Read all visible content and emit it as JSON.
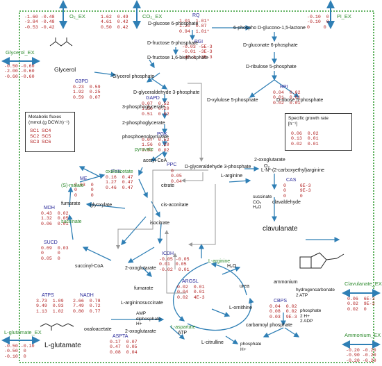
{
  "exchanges": {
    "o2": {
      "label": "O₂_EX",
      "rows": [
        "-1.60 -0.48",
        "-3.84 -0.48",
        "-0.53 -0.42"
      ]
    },
    "co2": {
      "label": "CO₂_EX",
      "rows": [
        "1.62  0.49",
        "4.61  0.42",
        "0.50  0.42"
      ]
    },
    "pi": {
      "label": "Pi_EX",
      "rows": [
        "-0.10  0",
        "-0.10  0",
        "0     0"
      ]
    },
    "glycerol": {
      "label": "Glycerol_EX",
      "rows": [
        "-0.50 -0.60",
        "-2.00 -0.60",
        "-0.60 -0.60"
      ]
    },
    "clavulanate": {
      "label": "Clavulanate_EX",
      "rows": [
        "0.06  6E-3",
        "0.02  9E-3",
        "0.02  0"
      ]
    },
    "ammonium": {
      "label": "Ammonium_EX",
      "rows": [
        "-0.20 -0.20",
        "-0.90 -0.20",
        "-0.20 -0.20"
      ]
    },
    "glutamate": {
      "label": "L-glutamate_EX",
      "rows": [
        "-0.50 -0.10",
        "-0.50  0",
        "-0.10  0"
      ]
    }
  },
  "enzymes": {
    "rq": {
      "label": "RQ",
      "rows": [
        "1.01  1.01*",
        "1.20  0.87",
        "0.94  1.01*"
      ]
    },
    "pgi": {
      "label": "PGI",
      "rows": [
        "-0.03 -5E-3",
        "-0.01 -3E-3",
        "-4E-3 -3E-3"
      ]
    },
    "g3pd": {
      "label": "G3PD",
      "rows": [
        "0.23  0.59",
        "1.92  0.25",
        "0.59  0.07"
      ]
    },
    "gapd": {
      "label": "GAPD",
      "rows": [
        "0.07  0.52",
        "1.56  0.20",
        "0.51  0.02"
      ]
    },
    "pgk": {
      "label": "PGK",
      "rows": [
        "0.07  0.52",
        "1.56  0.20",
        "0.51  0.02"
      ]
    },
    "rpi": {
      "label": "RPI",
      "rows": [
        "0.04  0.02",
        "0.01  0.01",
        "0.02  0.01"
      ]
    },
    "pyk": {
      "label": "PYK",
      "rows": [
        "0.16  0.47",
        "1.27  0.47",
        "0.46  0.47"
      ]
    },
    "ppc": {
      "label": "PPC",
      "rows": [
        "0",
        "0.05",
        "0.04"
      ]
    },
    "me": {
      "label": "ME",
      "rows": [
        "0.33  0",
        "0     0",
        "0     0"
      ]
    },
    "mdh": {
      "label": "MDH",
      "rows": [
        "0.43  0.02",
        "1.32  0.05",
        "0.06  0.01"
      ]
    },
    "sucd": {
      "label": "SUCD",
      "rows": [
        "0.69  0.03",
        "0     0",
        "0.05  0"
      ]
    },
    "icdh": {
      "label": "ICDH",
      "rows": [
        "-0.05 -0.05",
        "0.01  0.05",
        "-0.02  0.01"
      ]
    },
    "argsl": {
      "label": "ARGSL",
      "rows": [
        "0.02  0.01",
        "0.04  0.01",
        "0.02  4E-3"
      ]
    },
    "atps": {
      "label": "ATPS",
      "rows": [
        "3.73  1.09",
        "9.49  0.93",
        "1.13  1.02"
      ]
    },
    "nadh": {
      "label": "NADH",
      "rows": [
        "2.66  0.78",
        "7.49  0.72",
        "0.80  0.77"
      ]
    },
    "aspta": {
      "label": "ASPTA",
      "rows": [
        "0.17  0.07",
        "0.47  0.05",
        "0.08  0.04"
      ]
    },
    "cas": {
      "label": "CAS",
      "rows": [
        "0     6E-3",
        "0     9E-3",
        "0     0"
      ]
    },
    "cbps": {
      "label": "CBPS",
      "rows": [
        "0.04  0.02",
        "0.08  0.02",
        "0.03  9E-3"
      ]
    }
  },
  "metabolites": {
    "glucose6p": "D-glucose 6-phosphate",
    "pgl": "6-phospho D-glucono-1,5-lactone",
    "fructose6p": "D-fructose 6-phosphate",
    "gluconate6p": "D-gluconate 6-phosphate",
    "fbp": "D-fructose 1,6-bisphosphate",
    "ribulose5p": "D-ribulose 5-phosphate",
    "glycerol": "Glycerol",
    "glycerolp": "Glycerol phosphate",
    "g3p": "D-glyceraldehyde 3-phosphate",
    "xylulose5p": "D-xylulose 5-phosphate",
    "ribose5p": "D-ribose 5-phosphate",
    "bpg": "3-phosphoglycerate",
    "pg2": "2-phosphoglycerate",
    "pep": "phosphoenolpyruvate",
    "pyruvate": "pyruvate",
    "acetylcoa": "acetyl-CoA",
    "oxaloacetate_tca": "oxaloacetate",
    "malate": "(S)-malate",
    "fumarate_tca": "fumarate",
    "succinate": "succinate",
    "succcoa": "succinyl-CoA",
    "glyoxylate": "glyoxylate",
    "citrate": "citrate",
    "cisaconitate": "cis-aconitate",
    "isocitrate": "isocitrate",
    "oxoglutarate_tca": "2-oxoglutarate",
    "g3p_right": "D-glyceraldehyde 3-phosphate",
    "larginine_top": "L-arginine",
    "oxoglutarate_cla": "2-oxoglutarate",
    "o2": "O₂",
    "carboxyethyl": "L-N²-(2-carboxyethyl)arginine",
    "succ_co2": "succinate\nCO₂\nH₂O",
    "clavaldehyde": "clavaldehyde",
    "clavulanate": "clavulanate",
    "larginine": "L-arginine",
    "h2o": "H₂O",
    "urea": "urea",
    "fumarate_urea": "fumarate",
    "argsucc": "L-argininosuccinate",
    "lornithine": "L-ornithine",
    "amp": "AMP\ndiphosphate\nH+",
    "oxoglutarate_low": "2-oxoglutarate",
    "oxaloacetate_low": "oxaloacetate",
    "laspartate": "L-aspartate",
    "atp": "ATP",
    "lcitrulline": "L-citrulline",
    "carbpho": "carbamoyl phosphate",
    "phosphate": "phosphate\nH+",
    "ammonium": "ammonium",
    "hco3": "hydrogencarbonate\n2 ATP",
    "phosphate2": "phosphate\n2 H+\n2 ADP",
    "lglutamate": "L-glutamate"
  },
  "legend_fluxes": {
    "title": "Metabolic fluxes\n(mmol.(g DCW.h)⁻¹)",
    "cols": [
      "SC1  SC4",
      "SC2  SC5",
      "SC3  SC6"
    ]
  },
  "legend_growth": {
    "title": "Specific growth rate\n[h⁻¹]",
    "rows": [
      "0.06  0.02",
      "0.13  0.01",
      "0.02  0.01"
    ]
  }
}
